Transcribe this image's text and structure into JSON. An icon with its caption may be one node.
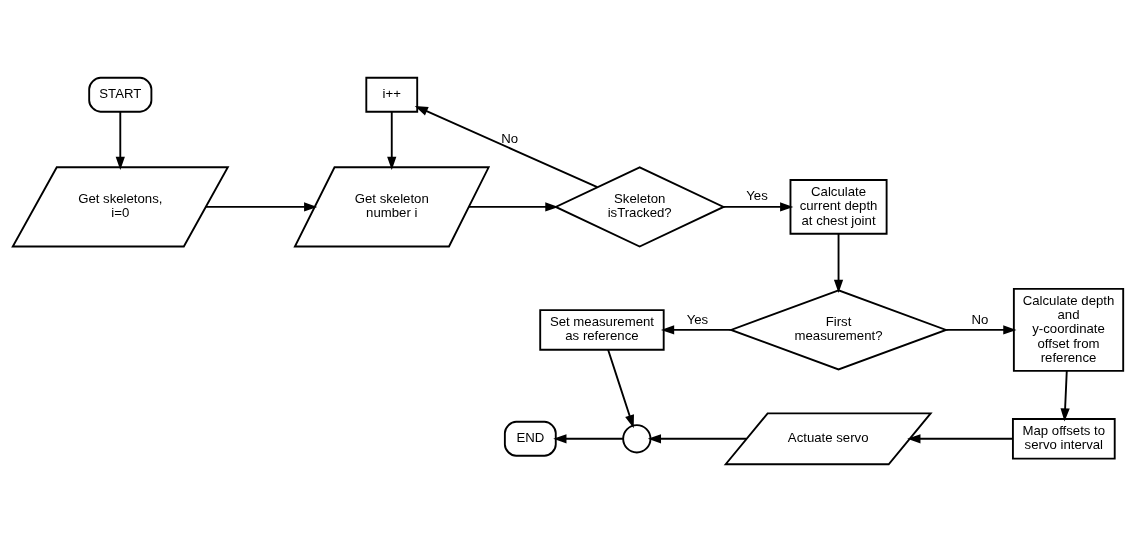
{
  "diagram": {
    "nodes": [
      {
        "text": [
          "START"
        ]
      },
      {
        "text": [
          "Get skeletons, i=0"
        ]
      },
      {
        "text": [
          "Get skeleton number i"
        ]
      },
      {
        "text": [
          "Skeleton isTracked?"
        ]
      },
      {
        "text": [
          "i++"
        ]
      },
      {
        "text": [
          "Calculate current depth at chest joint"
        ]
      },
      {
        "text": [
          "First measurement?"
        ]
      },
      {
        "text": [
          "Set measurement as reference"
        ]
      },
      {
        "text": [
          "Calculate depth and y-coordinate offset from reference"
        ]
      },
      {
        "text": [
          "Map offsets to servo interval"
        ]
      },
      {
        "text": [
          "Actuate servo"
        ]
      },
      {
        "text": [],
        "shape": "circle"
      },
      {
        "text": [
          "END"
        ]
      }
    ],
    "edges": [
      {
        "from": 0,
        "to": 1,
        "arrow": "to"
      },
      {
        "from": 1,
        "to": 2,
        "arrow": "to"
      },
      {
        "from": 2,
        "to": 3,
        "arrow": "to"
      },
      {
        "from": 3,
        "to": 4,
        "arrow": "to",
        "label": "No"
      },
      {
        "from": 4,
        "to": 2,
        "arrow": "to"
      },
      {
        "from": 3,
        "to": 5,
        "arrow": "to",
        "label": "Yes"
      },
      {
        "from": 5,
        "to": 6,
        "arrow": "to"
      },
      {
        "from": 6,
        "to": 7,
        "arrow": "to",
        "label": "Yes"
      },
      {
        "from": 6,
        "to": 8,
        "arrow": "to",
        "label": "No"
      },
      {
        "from": 7,
        "to": 11,
        "arrow": "to"
      },
      {
        "from": 8,
        "to": 9,
        "arrow": "to"
      },
      {
        "from": 9,
        "to": 10,
        "arrow": "to"
      },
      {
        "from": 10,
        "to": 11,
        "arrow": "to"
      },
      {
        "from": 11,
        "to": 12,
        "arrow": "to"
      }
    ]
  }
}
